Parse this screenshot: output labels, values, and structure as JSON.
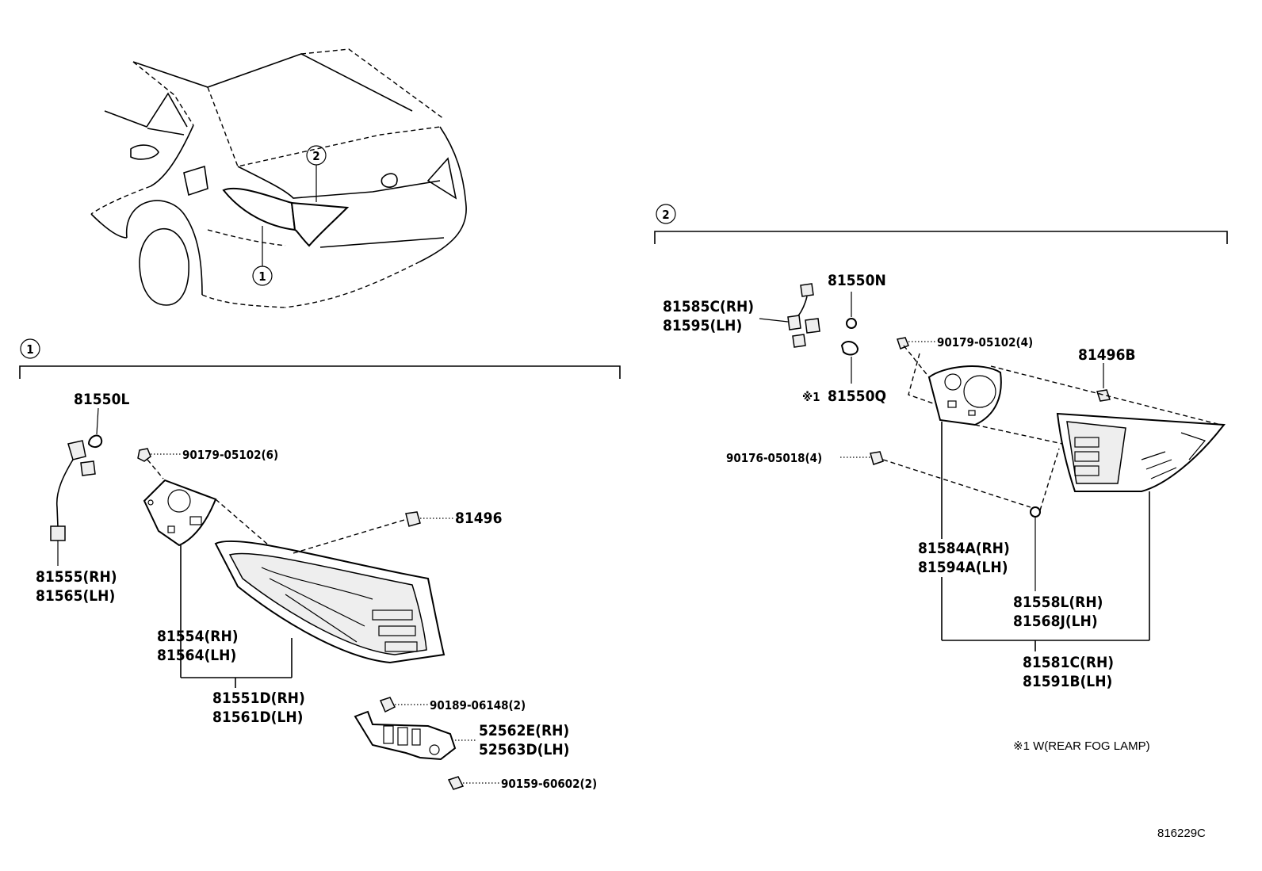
{
  "diagram_code": "816229C",
  "footnote": "※1 W(REAR FOG LAMP)",
  "vehicle": {
    "callout_1": "1",
    "callout_2": "2"
  },
  "group_1": {
    "badge": "1",
    "parts": {
      "p81550L": "81550L",
      "p90179_6": "90179-05102(6)",
      "p81496": "81496",
      "p81555": "81555(RH)",
      "p81565": "81565(LH)",
      "p81554": "81554(RH)",
      "p81564": "81564(LH)",
      "p81551D": "81551D(RH)",
      "p81561D": "81561D(LH)",
      "p90189": "90189-06148(2)",
      "p52562E": "52562E(RH)",
      "p52563D": "52563D(LH)",
      "p90159": "90159-60602(2)"
    }
  },
  "group_2": {
    "badge": "2",
    "parts": {
      "p81550N": "81550N",
      "p81585C": "81585C(RH)",
      "p81595": "81595(LH)",
      "p90179_4": "90179-05102(4)",
      "p81496B": "81496B",
      "mark": "※1",
      "p81550Q": "81550Q",
      "p90176": "90176-05018(4)",
      "p81584A": "81584A(RH)",
      "p81594A": "81594A(LH)",
      "p81558L": "81558L(RH)",
      "p81568J": "81568J(LH)",
      "p81581C": "81581C(RH)",
      "p81591B": "81591B(LH)"
    }
  }
}
